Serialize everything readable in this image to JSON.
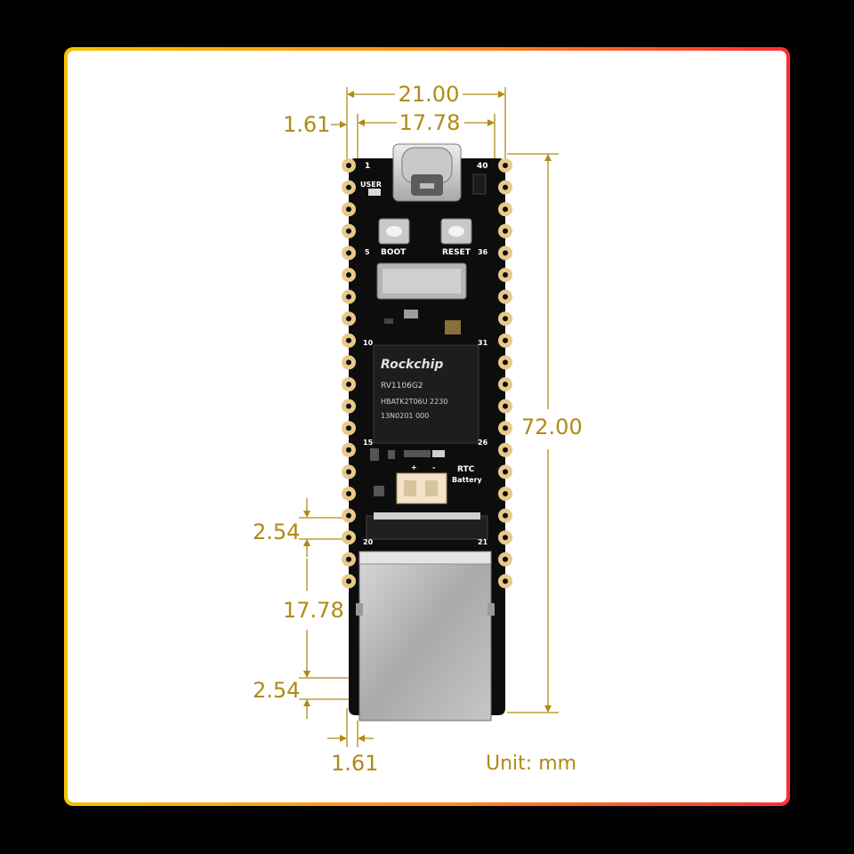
{
  "dimensions": {
    "board_width": "21.00",
    "pin_row_spacing": "17.78",
    "left_edge_offset_top": "1.61",
    "board_length": "72.00",
    "pitch_upper": "2.54",
    "ethernet_pin_span": "17.78",
    "pitch_lower": "2.54",
    "left_edge_offset_bottom": "1.61"
  },
  "unit_label": "Unit: mm",
  "board": {
    "chip_brand": "Rockchip",
    "chip_model": "RV1106G2",
    "chip_line2": "HBATK2T06U 2230",
    "chip_line3": "13N0201 000",
    "label_user": "USER",
    "label_boot": "BOOT",
    "label_reset": "RESET",
    "label_rtc": "RTC",
    "label_battery": "Battery",
    "pin_1": "1",
    "pin_40": "40",
    "pin_5": "5",
    "pin_36": "36",
    "pin_10": "10",
    "pin_31": "31",
    "pin_15": "15",
    "pin_26": "26",
    "pin_20": "20",
    "pin_21": "21",
    "battery_plus": "+",
    "battery_minus": "-"
  },
  "colors": {
    "accent_dim": "#b08a12",
    "frame_gradient": [
      "#f4c200",
      "#ff8a1c",
      "#ff2d33"
    ],
    "board_black": "#0d0d0d",
    "pad_gold": "#e8c98a"
  }
}
